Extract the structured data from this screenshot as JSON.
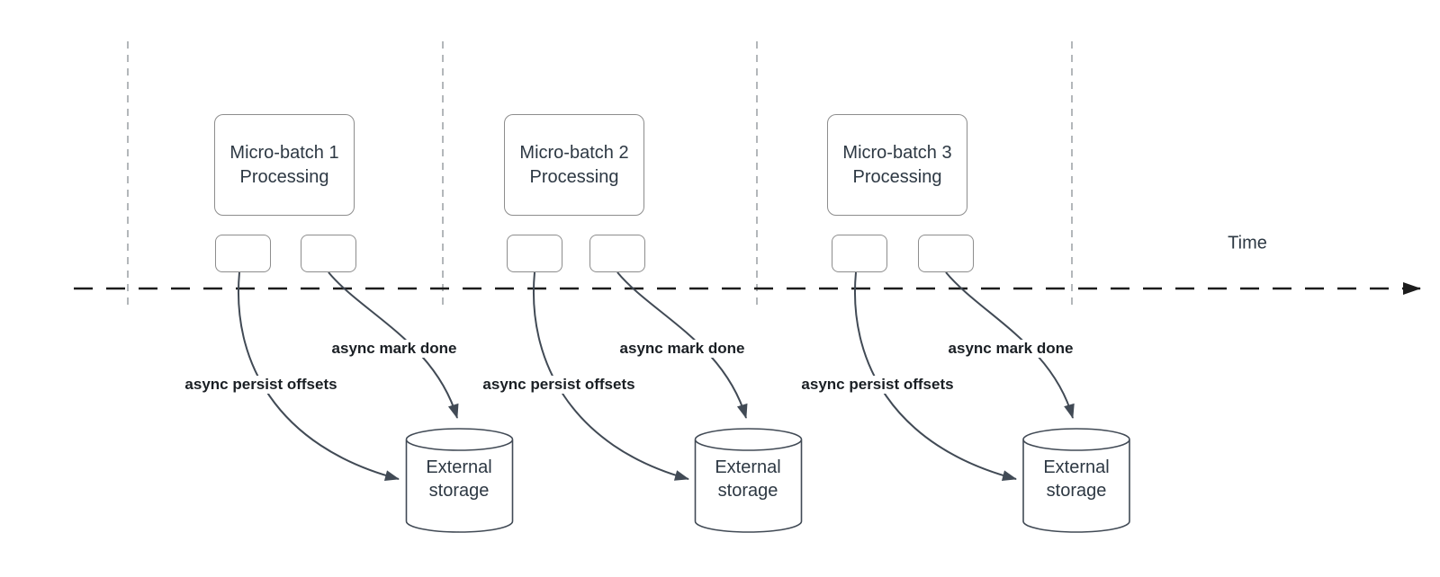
{
  "time_axis": {
    "label": "Time"
  },
  "groups": [
    {
      "batch_box": {
        "line1": "Micro-batch 1",
        "line2": "Processing"
      },
      "persist_label": "async persist offsets",
      "mark_done_label": "async mark done",
      "storage": {
        "line1": "External",
        "line2": "storage"
      }
    },
    {
      "batch_box": {
        "line1": "Micro-batch 2",
        "line2": "Processing"
      },
      "persist_label": "async persist offsets",
      "mark_done_label": "async mark done",
      "storage": {
        "line1": "External",
        "line2": "storage"
      }
    },
    {
      "batch_box": {
        "line1": "Micro-batch 3",
        "line2": "Processing"
      },
      "persist_label": "async persist offsets",
      "mark_done_label": "async mark done",
      "storage": {
        "line1": "External",
        "line2": "storage"
      }
    }
  ],
  "colors": {
    "background": "#ffffff",
    "box_border": "#8d8d8d",
    "shape_border": "#414a55",
    "arrow": "#414a55",
    "gridline": "#b3b7ba",
    "axis": "#1c1c1c",
    "text_primary": "#2d3843",
    "label_text": "#1a1f24"
  }
}
